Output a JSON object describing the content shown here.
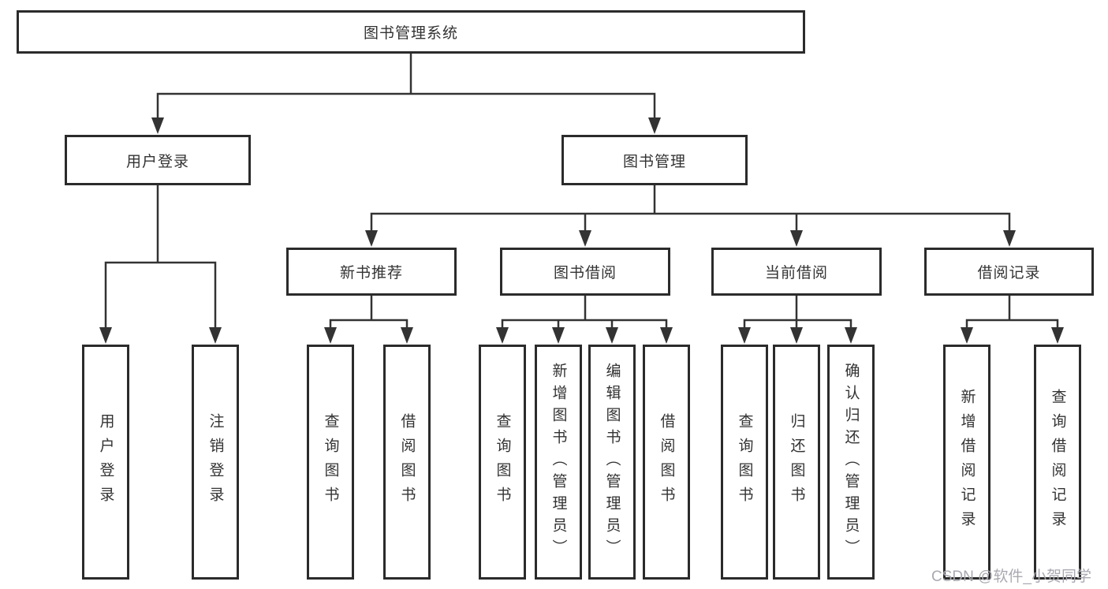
{
  "diagram_title": "图书管理系统",
  "watermark": "CSDN @软件_小贺同学",
  "colors": {
    "line": "#333333",
    "box_border": "#2b2b2b",
    "text": "#333333",
    "background": "#ffffff",
    "watermark_text": "#a9a9b2"
  },
  "nodes": {
    "root": {
      "label": "图书管理系统"
    },
    "user_login": {
      "label": "用户登录"
    },
    "book_mgmt": {
      "label": "图书管理"
    },
    "new_book_rec": {
      "label": "新书推荐"
    },
    "book_borrow": {
      "label": "图书借阅"
    },
    "current_borrow": {
      "label": "当前借阅"
    },
    "borrow_record": {
      "label": "借阅记录"
    },
    "leaf_user_login": {
      "label": "用户登录"
    },
    "leaf_logout": {
      "label": "注销登录"
    },
    "leaf_query_book_new": {
      "label": "查询图书"
    },
    "leaf_borrow_book_new": {
      "label": "借阅图书"
    },
    "leaf_query_book_borrow": {
      "label": "查询图书"
    },
    "leaf_add_book": {
      "label": "新增图书（管理员）"
    },
    "leaf_edit_book": {
      "label": "编辑图书（管理员）"
    },
    "leaf_borrow_book_borrow": {
      "label": "借阅图书"
    },
    "leaf_query_book_current": {
      "label": "查询图书"
    },
    "leaf_return_book": {
      "label": "归还图书"
    },
    "leaf_confirm_return": {
      "label": "确认归还（管理员）"
    },
    "leaf_add_borrow_record": {
      "label": "新增借阅记录"
    },
    "leaf_query_borrow_record": {
      "label": "查询借阅记录"
    }
  },
  "hierarchy": {
    "图书管理系统": {
      "用户登录": [
        "用户登录",
        "注销登录"
      ],
      "图书管理": {
        "新书推荐": [
          "查询图书",
          "借阅图书"
        ],
        "图书借阅": [
          "查询图书",
          "新增图书（管理员）",
          "编辑图书（管理员）",
          "借阅图书"
        ],
        "当前借阅": [
          "查询图书",
          "归还图书",
          "确认归还（管理员）"
        ],
        "借阅记录": [
          "新增借阅记录",
          "查询借阅记录"
        ]
      }
    }
  }
}
